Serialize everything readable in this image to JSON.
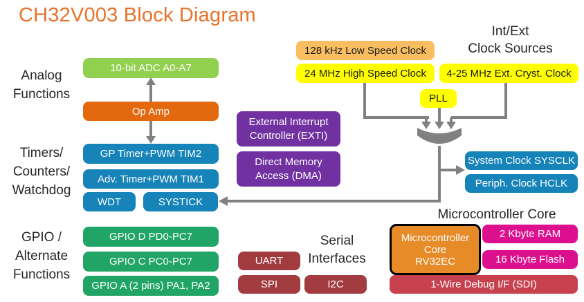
{
  "title": "CH32V003 Block Diagram",
  "section_labels": {
    "analog": [
      "Analog",
      "Functions"
    ],
    "timers": [
      "Timers/",
      "Counters/",
      "Watchdog"
    ],
    "gpio": [
      "GPIO /",
      "Alternate",
      "Functions"
    ],
    "serial": [
      "Serial",
      "Interfaces"
    ],
    "clock_sources": [
      "Int/Ext",
      "Clock Sources"
    ],
    "mcu_core": "Microcontroller Core"
  },
  "blocks": {
    "adc": "10-bit ADC A0-A7",
    "opamp": "Op Amp",
    "tim2": "GP Timer+PWM TIM2",
    "tim1": "Adv. Timer+PWM TIM1",
    "wdt": "WDT",
    "systick": "SYSTICK",
    "gpiod": "GPIO D PD0-PC7",
    "gpioc": "GPIO C PC0-PC7",
    "gpioa": "GPIO A (2 pins) PA1, PA2",
    "exti": [
      "External Interrupt",
      "Controller (EXTI)"
    ],
    "dma": [
      "Direct Memory",
      "Access (DMA)"
    ],
    "uart": "UART",
    "spi": "SPI",
    "i2c": "I2C",
    "clk_low": "128 kHz Low Speed Clock",
    "clk_high": "24 MHz High Speed Clock",
    "clk_ext": "4-25 MHz Ext. Cryst. Clock",
    "pll": "PLL",
    "sysclk": "System Clock SYSCLK",
    "hclk": "Periph. Clock HCLK",
    "core": [
      "Microcontroller",
      "Core",
      "RV32EC"
    ],
    "ram": "2 Kbyte RAM",
    "flash": "16 Kbyte Flash",
    "debug": "1-Wire Debug I/F (SDI)"
  },
  "colors": {
    "title": "#E8722C",
    "adc_green": "#92D050",
    "opamp_orange": "#E4690E",
    "timer_blue": "#1683B9",
    "gpio_green": "#20A566",
    "serial_red": "#A33C40",
    "purple": "#7131A1",
    "yellow": "#FFFF00",
    "light_orange": "#F9BE61",
    "core_orange": "#E78B28",
    "magenta": "#DC0F8E",
    "debug_red": "#C7414E",
    "connector_gray": "#818181",
    "text_dark": "#262626"
  }
}
